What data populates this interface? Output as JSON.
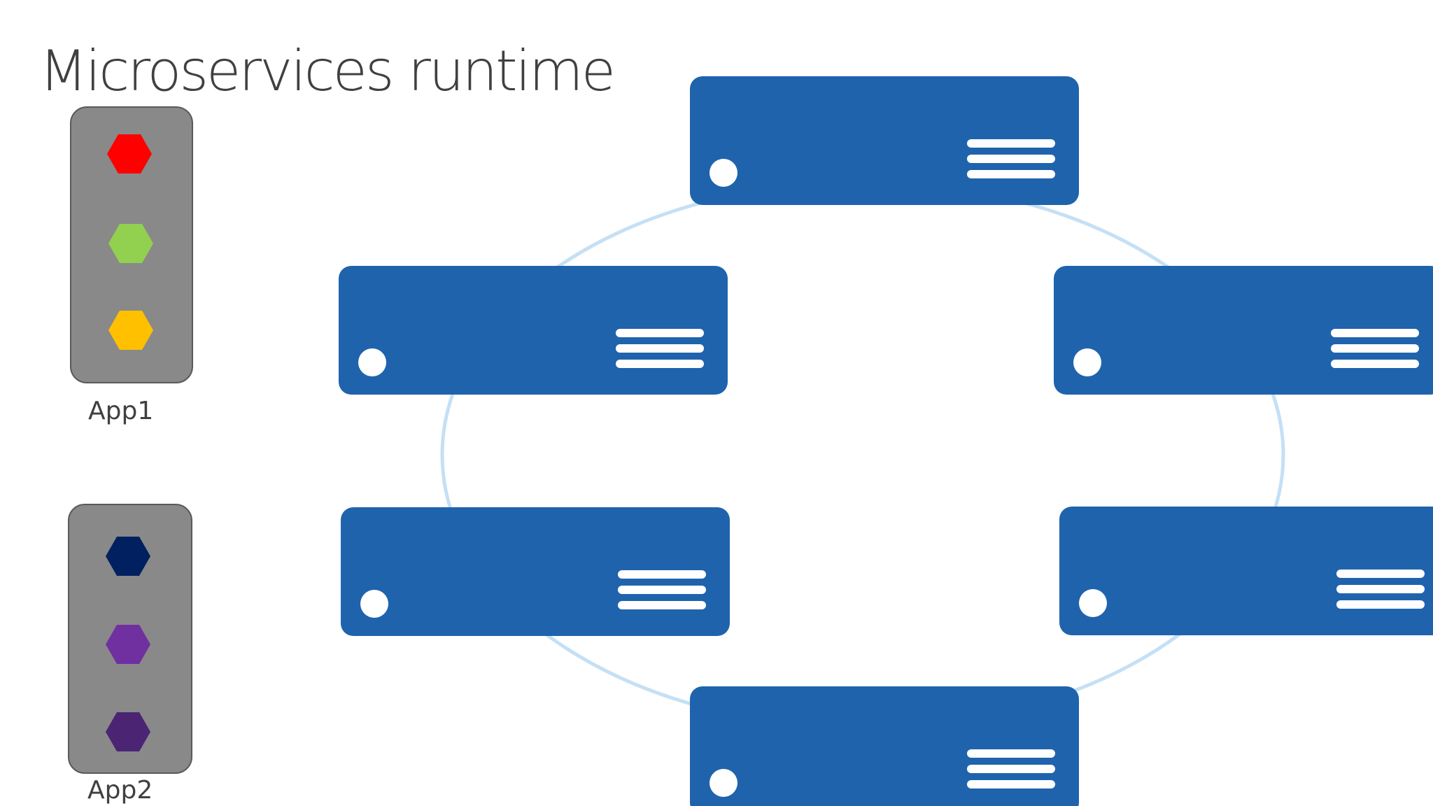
{
  "title": "Microservices runtime",
  "apps": [
    {
      "label": "App1",
      "services": [
        {
          "color": "#ff0000",
          "shape": "hexagon"
        },
        {
          "color": "#92d050",
          "shape": "hexagon"
        },
        {
          "color": "#ffc000",
          "shape": "hexagon"
        }
      ]
    },
    {
      "label": "App2",
      "services": [
        {
          "color": "#002060",
          "shape": "hexagon"
        },
        {
          "color": "#7030a0",
          "shape": "hexagon"
        },
        {
          "color": "#4b2473",
          "shape": "hexagon"
        }
      ]
    }
  ],
  "cluster": {
    "node_count": 6,
    "node_color": "#1f63ad",
    "ring_color": "#c5e0f5",
    "node_icons": [
      "status-dot-icon",
      "menu-lines-icon"
    ]
  }
}
